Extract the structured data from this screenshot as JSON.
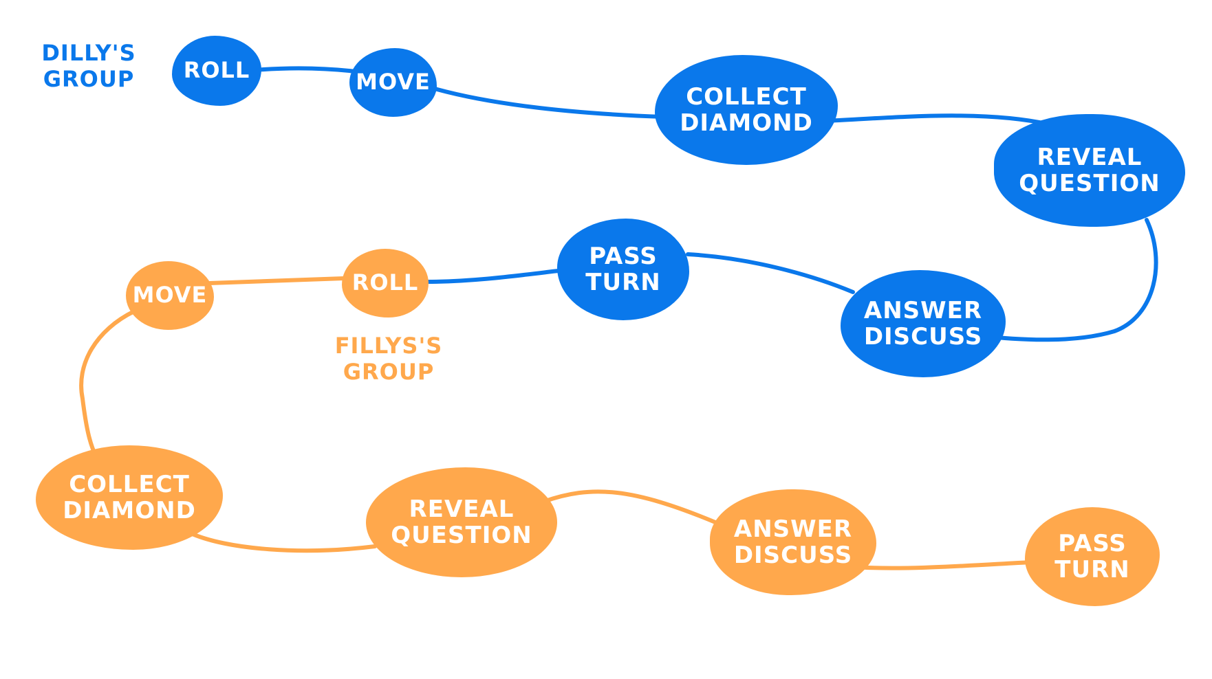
{
  "colors": {
    "dilly_blue": "#0a78eb",
    "filly_orange": "#ffa84c",
    "background": "#ffffff"
  },
  "dilly_group": {
    "label_line1": "DILLY'S",
    "label_line2": "GROUP",
    "steps": [
      {
        "line1": "ROLL",
        "line2": ""
      },
      {
        "line1": "MOVE",
        "line2": ""
      },
      {
        "line1": "COLLECT",
        "line2": "DIAMOND"
      },
      {
        "line1": "REVEAL",
        "line2": "QUESTION"
      },
      {
        "line1": "ANSWER",
        "line2": "DISCUSS"
      },
      {
        "line1": "PASS",
        "line2": "TURN"
      }
    ]
  },
  "filly_group": {
    "label_line1": "FILLYS'S",
    "label_line2": "GROUP",
    "steps": [
      {
        "line1": "ROLL",
        "line2": ""
      },
      {
        "line1": "MOVE",
        "line2": ""
      },
      {
        "line1": "COLLECT",
        "line2": "DIAMOND"
      },
      {
        "line1": "REVEAL",
        "line2": "QUESTION"
      },
      {
        "line1": "ANSWER",
        "line2": "DISCUSS"
      },
      {
        "line1": "PASS",
        "line2": "TURN"
      }
    ]
  }
}
